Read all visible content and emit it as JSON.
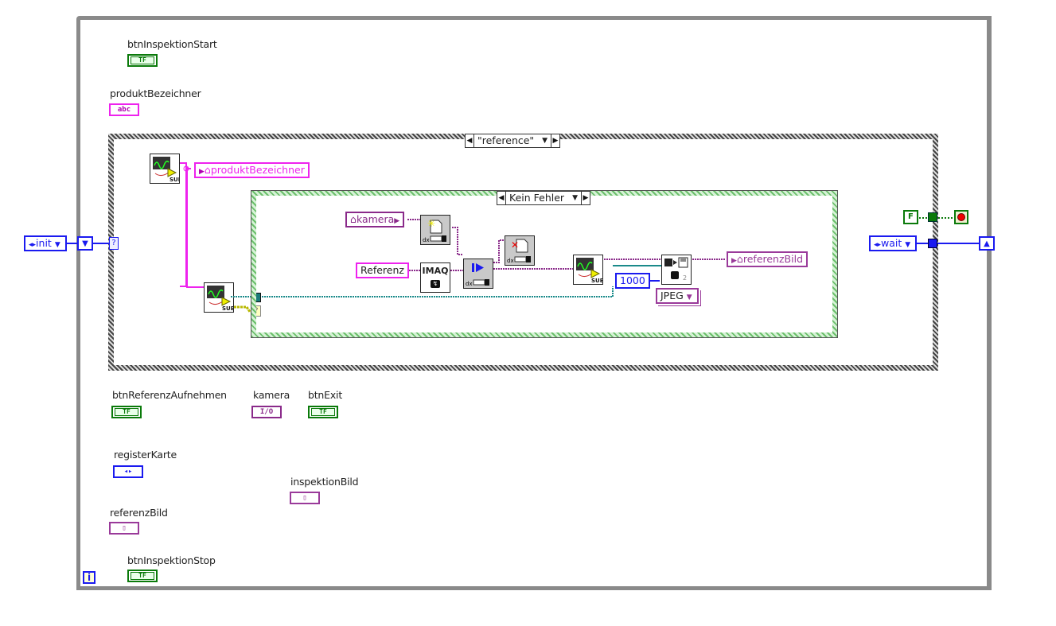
{
  "diagram": {
    "while_loop": {
      "iteration_terminal": "i"
    },
    "controls": {
      "btnInspektionStart": {
        "label": "btnInspektionStart",
        "glyph": "TF"
      },
      "produktBezeichner": {
        "label": "produktBezeichner",
        "glyph": "abc"
      },
      "btnReferenzAufnehmen": {
        "label": "btnReferenzAufnehmen",
        "glyph": "TF"
      },
      "kamera": {
        "label": "kamera",
        "glyph": "I/O"
      },
      "btnExit": {
        "label": "btnExit",
        "glyph": "TF"
      },
      "registerKarte": {
        "label": "registerKarte",
        "glyph": "◂▸"
      },
      "inspektionBild": {
        "label": "inspektionBild",
        "glyph": "▯"
      },
      "referenzBild": {
        "label": "referenzBild",
        "glyph": "▯"
      },
      "btnInspektionStop": {
        "label": "btnInspektionStop",
        "glyph": "TF"
      }
    },
    "shift_register": {
      "init_constant": "init",
      "output_constant": "wait",
      "left_icon": "▼",
      "right_icon": "▲"
    },
    "outer_case": {
      "selector_value": "\"reference\"",
      "tunnel": "?"
    },
    "inner_case": {
      "selector_value": "Kein Fehler",
      "tunnel": "?"
    },
    "locals": {
      "produktBezeichner": "produktBezeichner",
      "kamera": "kamera",
      "referenzBild": "referenzBild"
    },
    "constants": {
      "referenz_string": "Referenz",
      "quality": "1000",
      "format": "JPEG",
      "stop_bool": "F"
    },
    "nodes": {
      "sub_label": "SUB",
      "imaq_label": "IMAQ",
      "write_file_index": "2"
    },
    "colors": {
      "boolean": "#0a7a0a",
      "string": "#ee22ee",
      "enum": "#1a1af0",
      "image": "#9a3a9a",
      "error": "#b8b800",
      "session": "#1a8a8a",
      "frame": "#8a8a8a"
    }
  }
}
